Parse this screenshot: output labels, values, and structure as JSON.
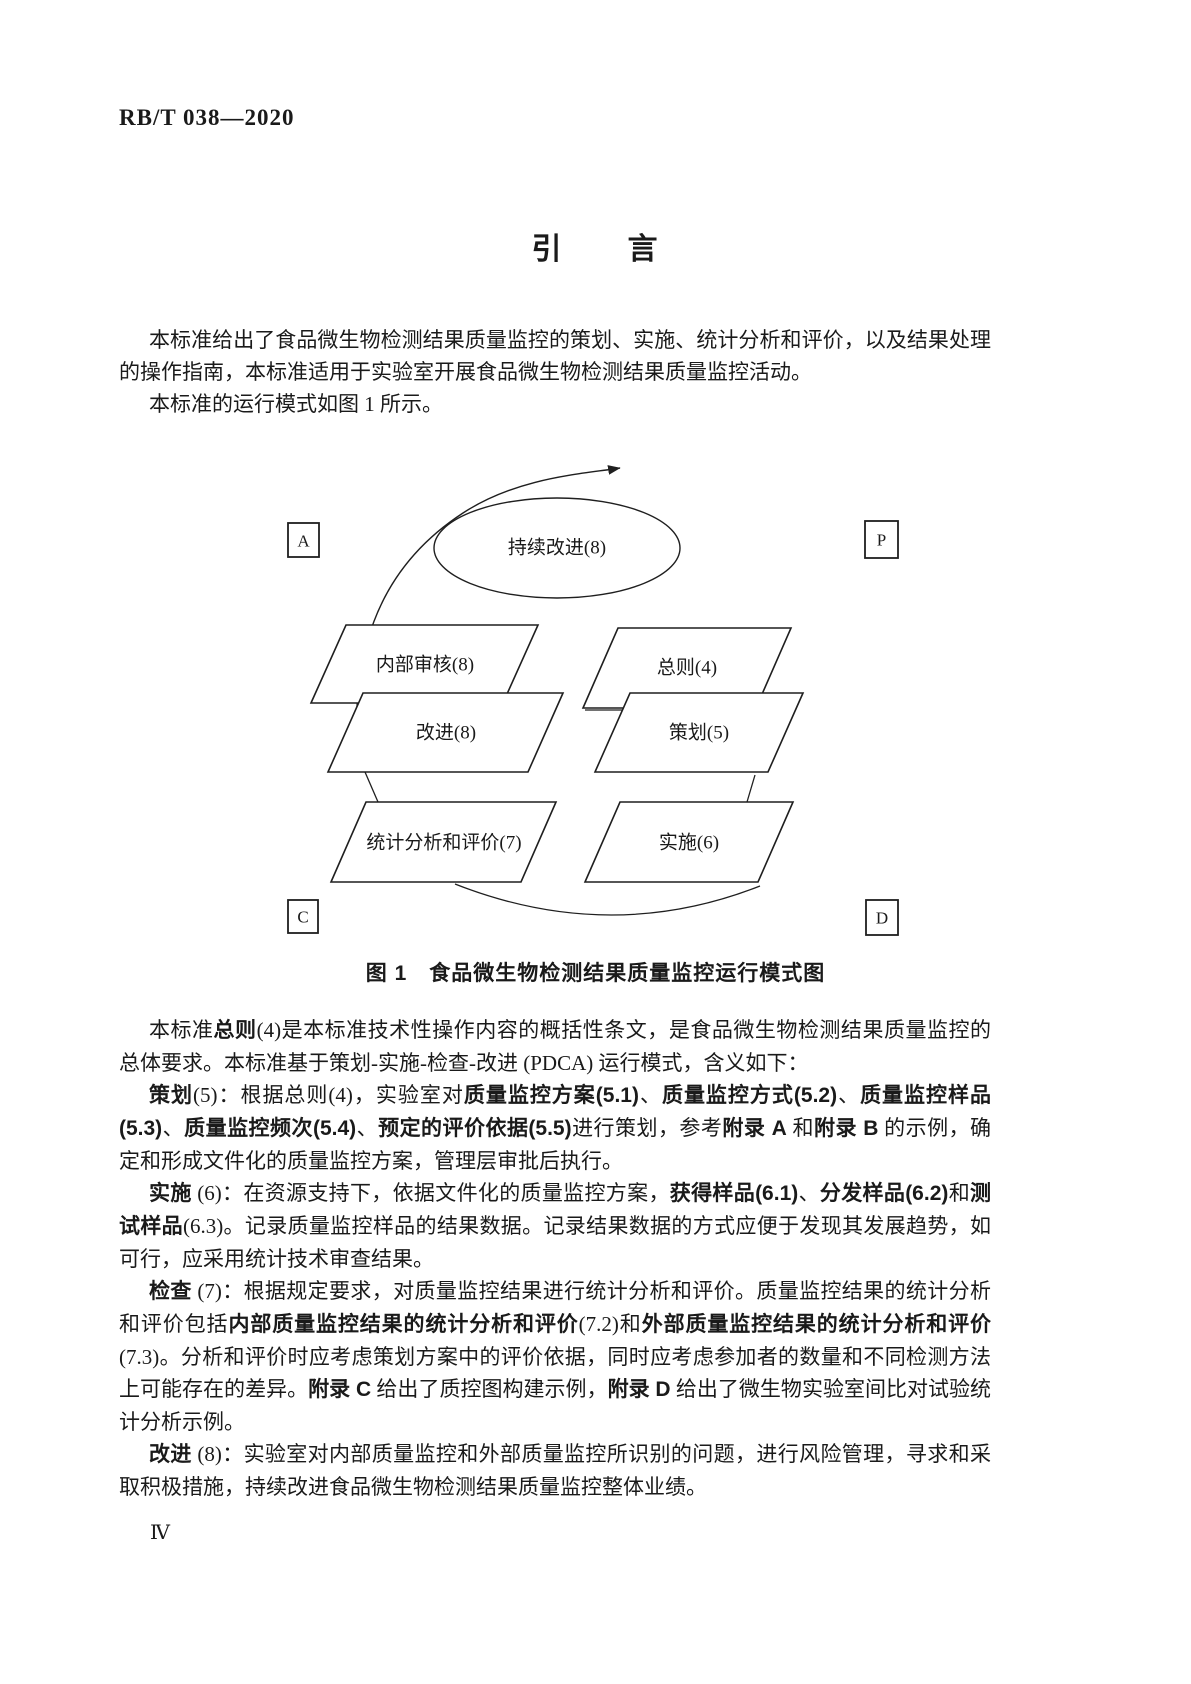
{
  "page": {
    "header": "RB/T 038—2020",
    "title": "引　　言",
    "page_number": "Ⅳ"
  },
  "intro": {
    "paragraphs": [
      {
        "runs": [
          {
            "t": "本标准给出了食品微生物检测结果质量监控的策划、实施、统计分析和评价，以及结果处理的操作指南，本标准适用于实验室开展食品微生物检测结果质量监控活动。"
          }
        ]
      },
      {
        "runs": [
          {
            "t": "本标准的运行模式如图 1 所示。"
          }
        ]
      }
    ]
  },
  "figure": {
    "caption": "图 1　食品微生物检测结果质量监控运行模式图",
    "ellipse_label": "持续改进(8)",
    "corner_labels": {
      "a": "A",
      "p": "P",
      "c": "C",
      "d": "D"
    },
    "nodes": {
      "internal_audit": "内部审核(8)",
      "improvement": "改进(8)",
      "stats_eval": "统计分析和评价(7)",
      "general": "总则(4)",
      "planning": "策划(5)",
      "implementation": "实施(6)"
    }
  },
  "body": {
    "paragraphs": [
      {
        "runs": [
          {
            "t": "本标准"
          },
          {
            "t": "总则",
            "b": true
          },
          {
            "t": "(4)是本标准技术性操作内容的概括性条文，是食品微生物检测结果质量监控的总体要求。本标准基于策划-实施-检查-改进 (PDCA) 运行模式，含义如下："
          }
        ]
      },
      {
        "runs": [
          {
            "t": "策划",
            "b": true
          },
          {
            "t": "(5)：根据总则(4)，实验室对"
          },
          {
            "t": "质量监控方案(5.1)",
            "b": true
          },
          {
            "t": "、"
          },
          {
            "t": "质量监控方式(5.2)",
            "b": true
          },
          {
            "t": "、"
          },
          {
            "t": "质量监控样品(5.3)",
            "b": true
          },
          {
            "t": "、"
          },
          {
            "t": "质量监控频次(5.4)",
            "b": true
          },
          {
            "t": "、"
          },
          {
            "t": "预定的评价依据(5.5)",
            "b": true
          },
          {
            "t": "进行策划，参考"
          },
          {
            "t": "附录 A",
            "b": true
          },
          {
            "t": " 和"
          },
          {
            "t": "附录 B",
            "b": true
          },
          {
            "t": " 的示例，确定和形成文件化的质量监控方案，管理层审批后执行。"
          }
        ]
      },
      {
        "runs": [
          {
            "t": "实施",
            "b": true
          },
          {
            "t": " (6)：在资源支持下，依据文件化的质量监控方案，"
          },
          {
            "t": "获得样品(6.1)",
            "b": true
          },
          {
            "t": "、"
          },
          {
            "t": "分发样品(6.2)",
            "b": true
          },
          {
            "t": "和"
          },
          {
            "t": "测试样品",
            "b": true
          },
          {
            "t": "(6.3)。记录质量监控样品的结果数据。记录结果数据的方式应便于发现其发展趋势，如可行，应采用统计技术审查结果。"
          }
        ]
      },
      {
        "runs": [
          {
            "t": "检查",
            "b": true
          },
          {
            "t": " (7)：根据规定要求，对质量监控结果进行统计分析和评价。质量监控结果的统计分析和评价包括"
          },
          {
            "t": "内部质量监控结果的统计分析和评价",
            "b": true
          },
          {
            "t": "(7.2)和"
          },
          {
            "t": "外部质量监控结果的统计分析和评价",
            "b": true
          },
          {
            "t": "(7.3)。分析和评价时应考虑策划方案中的评价依据，同时应考虑参加者的数量和不同检测方法上可能存在的差异。"
          },
          {
            "t": "附录 C",
            "b": true
          },
          {
            "t": " 给出了质控图构建示例，"
          },
          {
            "t": "附录 D",
            "b": true
          },
          {
            "t": " 给出了微生物实验室间比对试验统计分析示例。"
          }
        ]
      },
      {
        "runs": [
          {
            "t": "改进",
            "b": true
          },
          {
            "t": " (8)：实验室对内部质量监控和外部质量监控所识别的问题，进行风险管理，寻求和采取积极措施，持续改进食品微生物检测结果质量监控整体业绩。"
          }
        ]
      }
    ]
  }
}
